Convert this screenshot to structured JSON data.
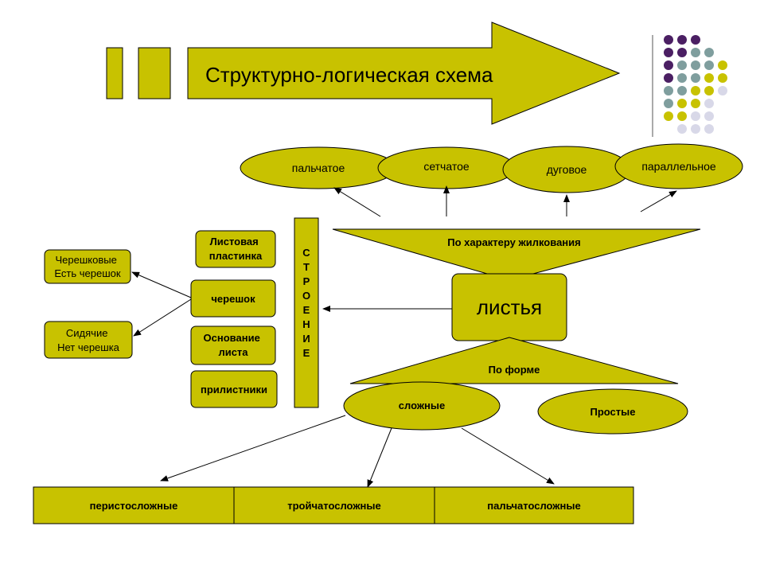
{
  "title": "Структурно-логическая схема",
  "center_node": "листья",
  "venation": {
    "label": "По характеру жилкования",
    "types": [
      "пальчатое",
      "сетчатое",
      "дуговое",
      "параллельное"
    ]
  },
  "structure": {
    "label_letters": [
      "С",
      "Т",
      "Р",
      "О",
      "Е",
      "Н",
      "И",
      "Е"
    ],
    "parts": [
      {
        "lines": [
          "Листовая",
          "пластинка"
        ]
      },
      {
        "lines": [
          "черешок"
        ]
      },
      {
        "lines": [
          "Основание",
          "листа"
        ]
      },
      {
        "lines": [
          "прилистники"
        ]
      }
    ],
    "petiole_types": [
      {
        "lines": [
          "Черешковые",
          "Есть черешок"
        ]
      },
      {
        "lines": [
          "Сидячие",
          "Нет черешка"
        ]
      }
    ]
  },
  "form": {
    "label": "По форме",
    "types": [
      "сложные",
      "Простые"
    ],
    "compound_types": [
      "перистосложные",
      "тройчатосложные",
      "пальчатосложные"
    ]
  },
  "colors": {
    "olive": "#C8C200",
    "purple": "#4B1F63",
    "teal": "#7F9E9E",
    "lavender": "#D8D8E8"
  }
}
